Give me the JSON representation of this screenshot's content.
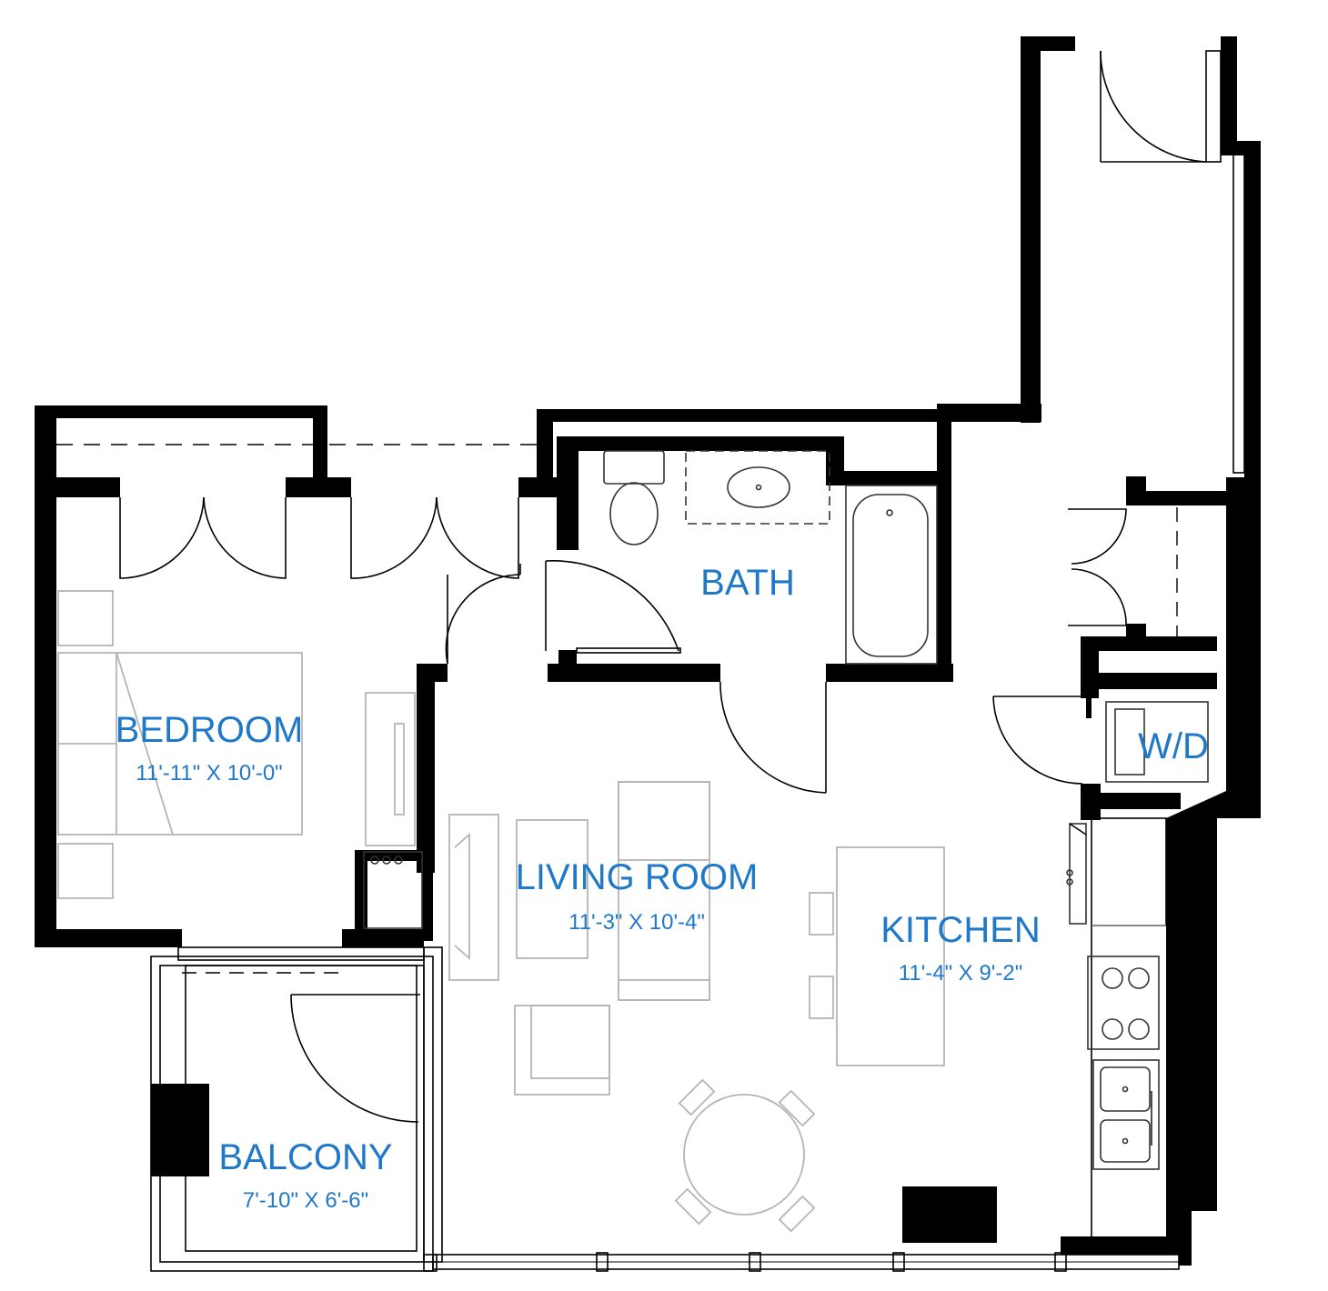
{
  "rooms": {
    "bath": {
      "name": "BATH"
    },
    "bedroom": {
      "name": "BEDROOM",
      "size": "11'-11\" X 10'-0\""
    },
    "living": {
      "name": "LIVING ROOM",
      "size": "11'-3\" X 10'-4\""
    },
    "kitchen": {
      "name": "KITCHEN",
      "size": "11'-4\" X 9'-2\""
    },
    "balcony": {
      "name": "BALCONY",
      "size": "7'-10\" X 6'-6\""
    },
    "laundry": {
      "name": "W/D"
    }
  },
  "colors": {
    "label": "#1f78c8",
    "wall": "#000000",
    "furniture": "#b5b5b5"
  }
}
